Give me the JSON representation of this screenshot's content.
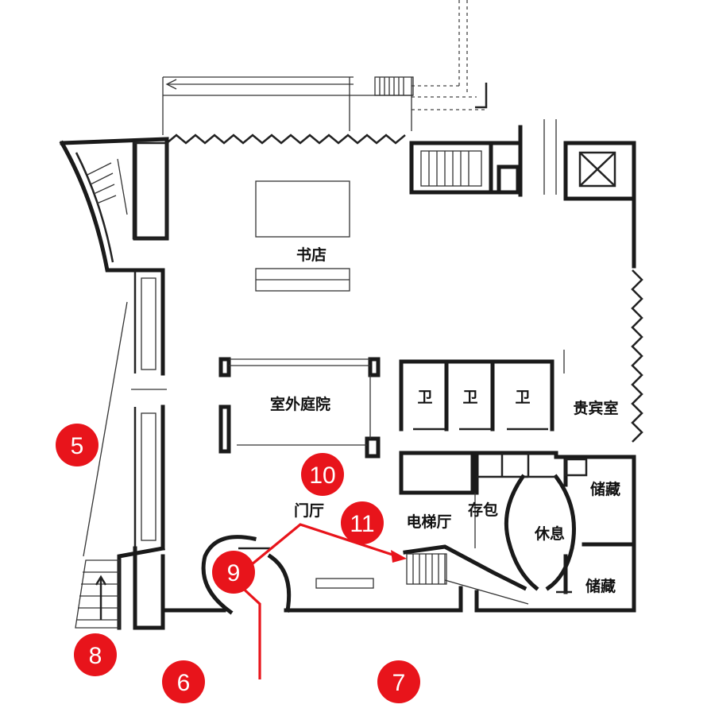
{
  "rooms": {
    "bookstore": "书店",
    "courtyard": "室外庭院",
    "wc1": "卫",
    "wc2": "卫",
    "wc3": "卫",
    "vip": "贵宾室",
    "storage1": "储藏",
    "storage2": "储藏",
    "elevator_hall": "电梯厅",
    "bag_check": "存包",
    "lobby": "门厅",
    "rest": "休息"
  },
  "markers": {
    "m5": "5",
    "m6": "6",
    "m7": "7",
    "m8": "8",
    "m9": "9",
    "m10": "10",
    "m11": "11"
  },
  "colors": {
    "marker": "#e8141b",
    "wall": "#1a1a1a",
    "path": "#e8141b"
  }
}
